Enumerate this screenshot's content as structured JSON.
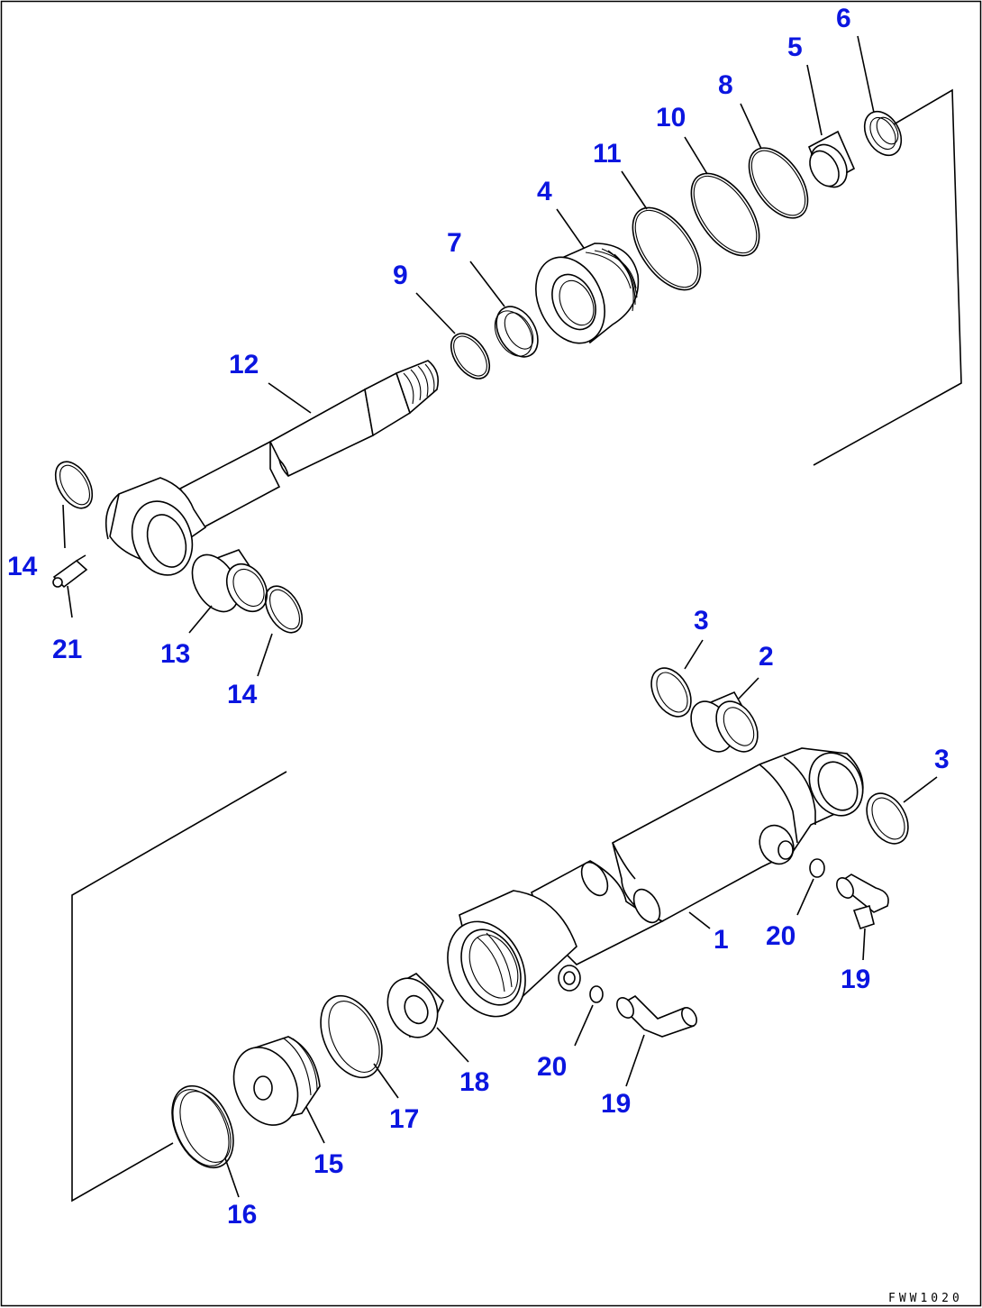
{
  "document_code": "FWW1020",
  "colors": {
    "label": "#0b16e0",
    "line": "#000000",
    "background": "#ffffff"
  },
  "callouts": [
    {
      "id": "c1",
      "text": "1"
    },
    {
      "id": "c2",
      "text": "2"
    },
    {
      "id": "c3a",
      "text": "3"
    },
    {
      "id": "c3b",
      "text": "3"
    },
    {
      "id": "c4",
      "text": "4"
    },
    {
      "id": "c5",
      "text": "5"
    },
    {
      "id": "c6",
      "text": "6"
    },
    {
      "id": "c7",
      "text": "7"
    },
    {
      "id": "c8",
      "text": "8"
    },
    {
      "id": "c9",
      "text": "9"
    },
    {
      "id": "c10",
      "text": "10"
    },
    {
      "id": "c11",
      "text": "11"
    },
    {
      "id": "c12",
      "text": "12"
    },
    {
      "id": "c13",
      "text": "13"
    },
    {
      "id": "c14a",
      "text": "14"
    },
    {
      "id": "c14b",
      "text": "14"
    },
    {
      "id": "c15",
      "text": "15"
    },
    {
      "id": "c16",
      "text": "16"
    },
    {
      "id": "c17",
      "text": "17"
    },
    {
      "id": "c18",
      "text": "18"
    },
    {
      "id": "c19a",
      "text": "19"
    },
    {
      "id": "c19b",
      "text": "19"
    },
    {
      "id": "c20a",
      "text": "20"
    },
    {
      "id": "c20b",
      "text": "20"
    },
    {
      "id": "c21",
      "text": "21"
    }
  ]
}
